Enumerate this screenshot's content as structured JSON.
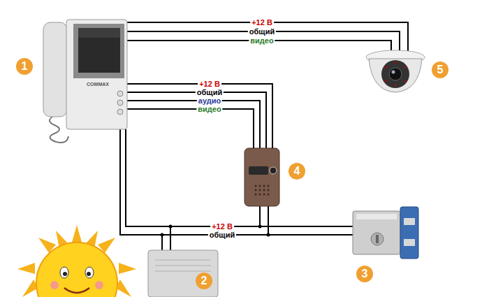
{
  "diagram": {
    "labels": [
      "1",
      "COMMAX",
      "+12 В",
      "общий",
      "видео",
      "5",
      "+12 В",
      "общий",
      "аудио",
      "видео",
      "4",
      "+12 В",
      "общий",
      "3",
      "2"
    ]
  }
}
